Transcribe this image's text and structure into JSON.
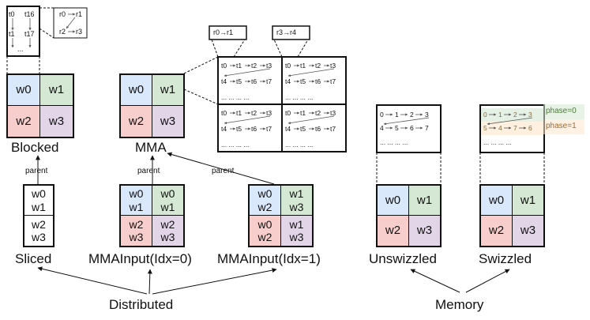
{
  "warps": {
    "w0": "w0",
    "w1": "w1",
    "w2": "w2",
    "w3": "w3"
  },
  "blocked": {
    "title": "Blocked",
    "zoom_threads": [
      "t0",
      "t16",
      "t1",
      "t17",
      "..."
    ],
    "zoom_regs": [
      "r0",
      "r1",
      "r2",
      "r3"
    ]
  },
  "mma": {
    "title": "MMA",
    "reg_left": "r0→r1",
    "reg_right": "r3→r4",
    "thread_rows": [
      "t0",
      "t1",
      "t2",
      "t3",
      "t4",
      "t5",
      "t6",
      "t7"
    ],
    "ellipsis": "..."
  },
  "sliced": {
    "title": "Sliced",
    "edge": "parent"
  },
  "mma_input0": {
    "title": "MMAInput(Idx=0)",
    "edge": "parent"
  },
  "mma_input1": {
    "title": "MMAInput(Idx=1)",
    "edge": "parent"
  },
  "unswizzled": {
    "title": "Unswizzled",
    "row1": [
      "0",
      "1",
      "2",
      "3"
    ],
    "row2": [
      "4",
      "5",
      "6",
      "7"
    ]
  },
  "swizzled": {
    "title": "Swizzled",
    "row1": [
      "0",
      "1",
      "2",
      "3"
    ],
    "row2": [
      "5",
      "4",
      "7",
      "6"
    ],
    "phase0": "phase=0",
    "phase1": "phase=1",
    "phase0_color": "#d5e8d4",
    "phase1_color": "#ffe6cc"
  },
  "categories": {
    "distributed": "Distributed",
    "memory": "Memory"
  }
}
